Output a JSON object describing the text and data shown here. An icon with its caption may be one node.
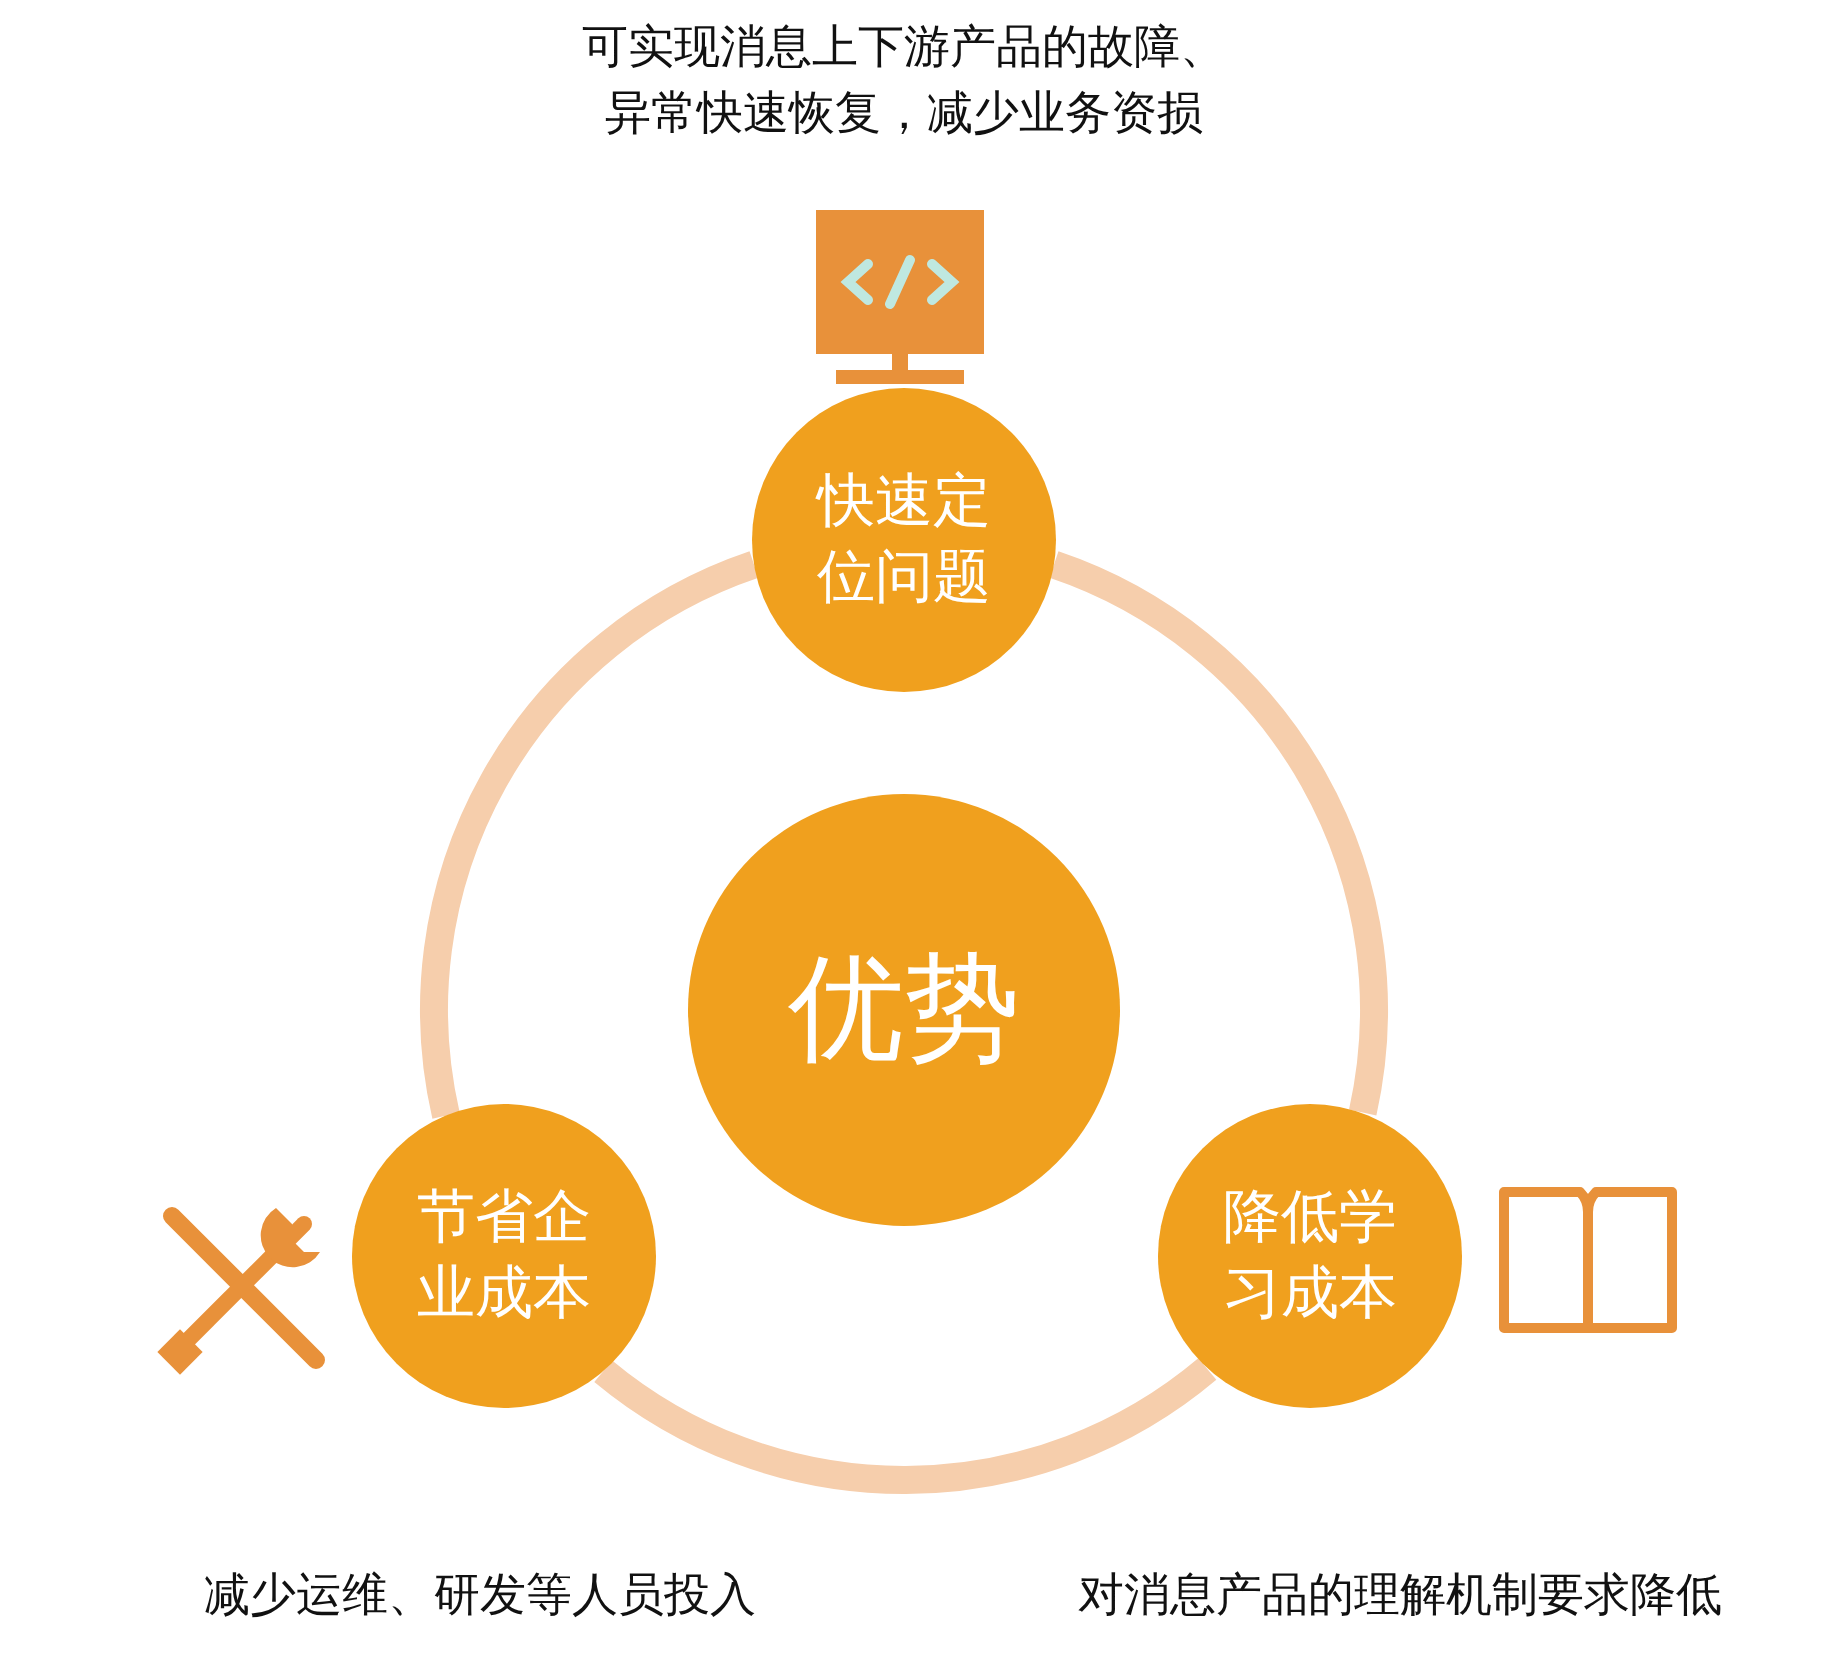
{
  "diagram": {
    "nodes": [
      {
        "text": [
          "优势"
        ]
      },
      {
        "text": [
          "快速定位问题"
        ]
      },
      {
        "text": [
          "节省企业成本"
        ]
      },
      {
        "text": [
          "降低学习成本"
        ]
      }
    ],
    "edges": [
      {
        "from": 1,
        "to": 3,
        "arrow": "none"
      },
      {
        "from": 3,
        "to": 2,
        "arrow": "none"
      },
      {
        "from": 2,
        "to": 1,
        "arrow": "none"
      }
    ],
    "labels": [
      "可实现消息上下游产品的故障、异常快速恢复，减少业务资损",
      "减少运维、研发等人员投入",
      "对消息产品的理解机制要求降低"
    ]
  }
}
